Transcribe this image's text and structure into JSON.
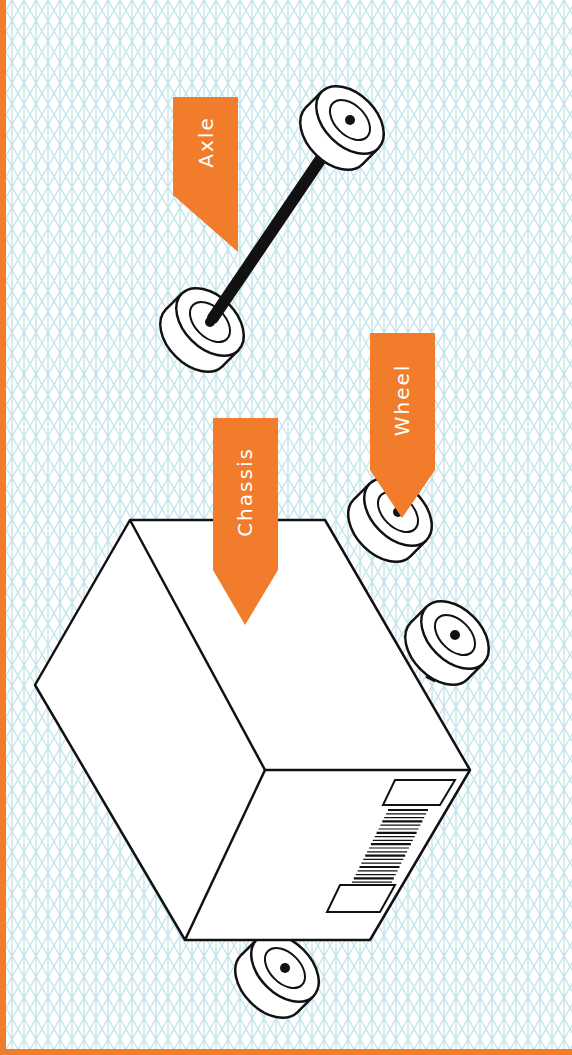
{
  "diagram": {
    "labels": [
      "Axle",
      "Chassis",
      "Wheel"
    ]
  }
}
